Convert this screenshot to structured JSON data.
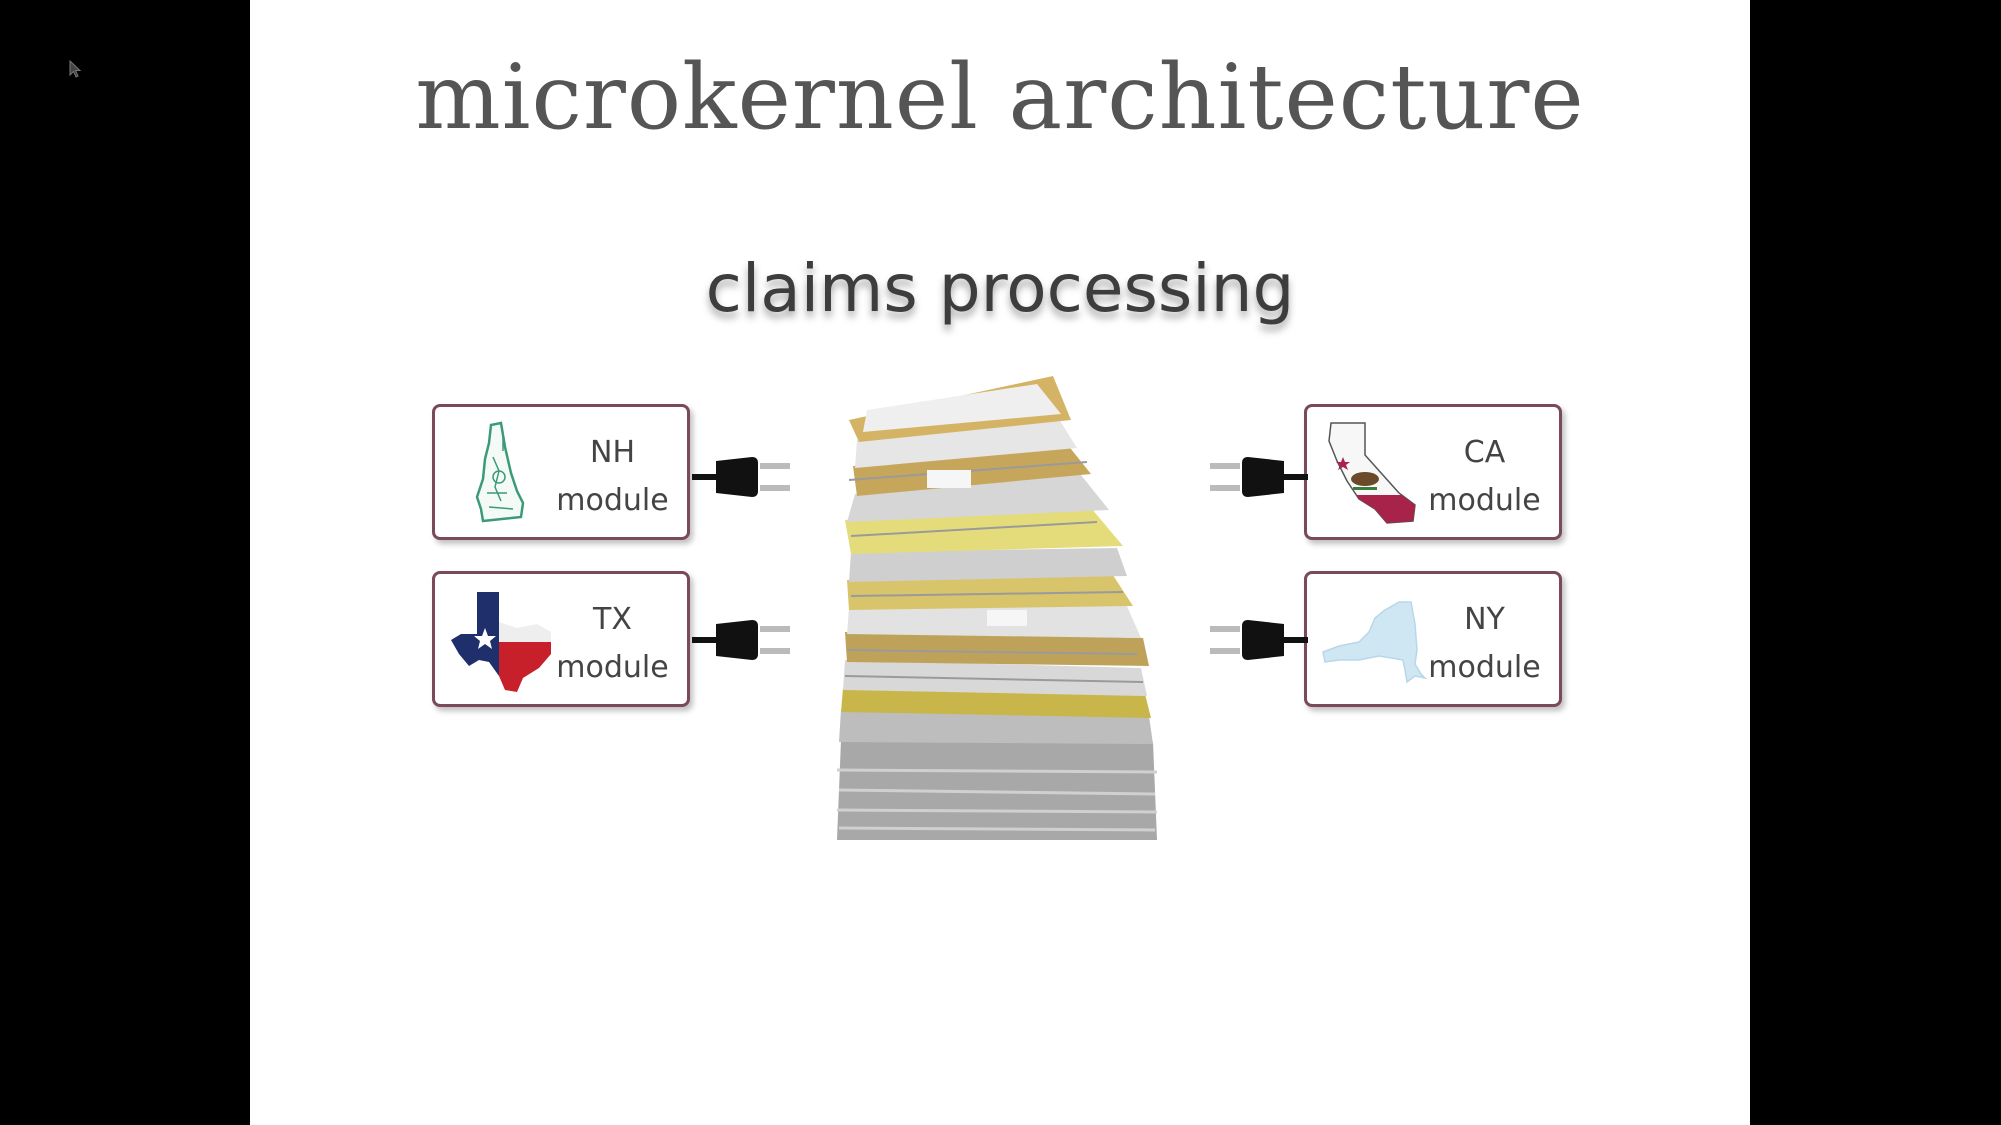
{
  "slide": {
    "title": "microkernel architecture",
    "subtitle": "claims processing"
  },
  "modules": [
    {
      "state": "NH",
      "word": "module",
      "icon": "new-hampshire-map-icon"
    },
    {
      "state": "TX",
      "word": "module",
      "icon": "texas-flag-map-icon"
    },
    {
      "state": "CA",
      "word": "module",
      "icon": "california-flag-map-icon"
    },
    {
      "state": "NY",
      "word": "module",
      "icon": "new-york-map-icon"
    }
  ],
  "colors": {
    "slide_background": "#ffffff",
    "frame_background": "#000000",
    "module_border": "#7a4a5a",
    "title_text": "#555555",
    "texas_red": "#c8202a",
    "texas_blue": "#1e2f6b",
    "california_red": "#a8234a",
    "new_york_blue": "#cfe6f3",
    "new_hampshire_green": "#3a9a7a"
  }
}
